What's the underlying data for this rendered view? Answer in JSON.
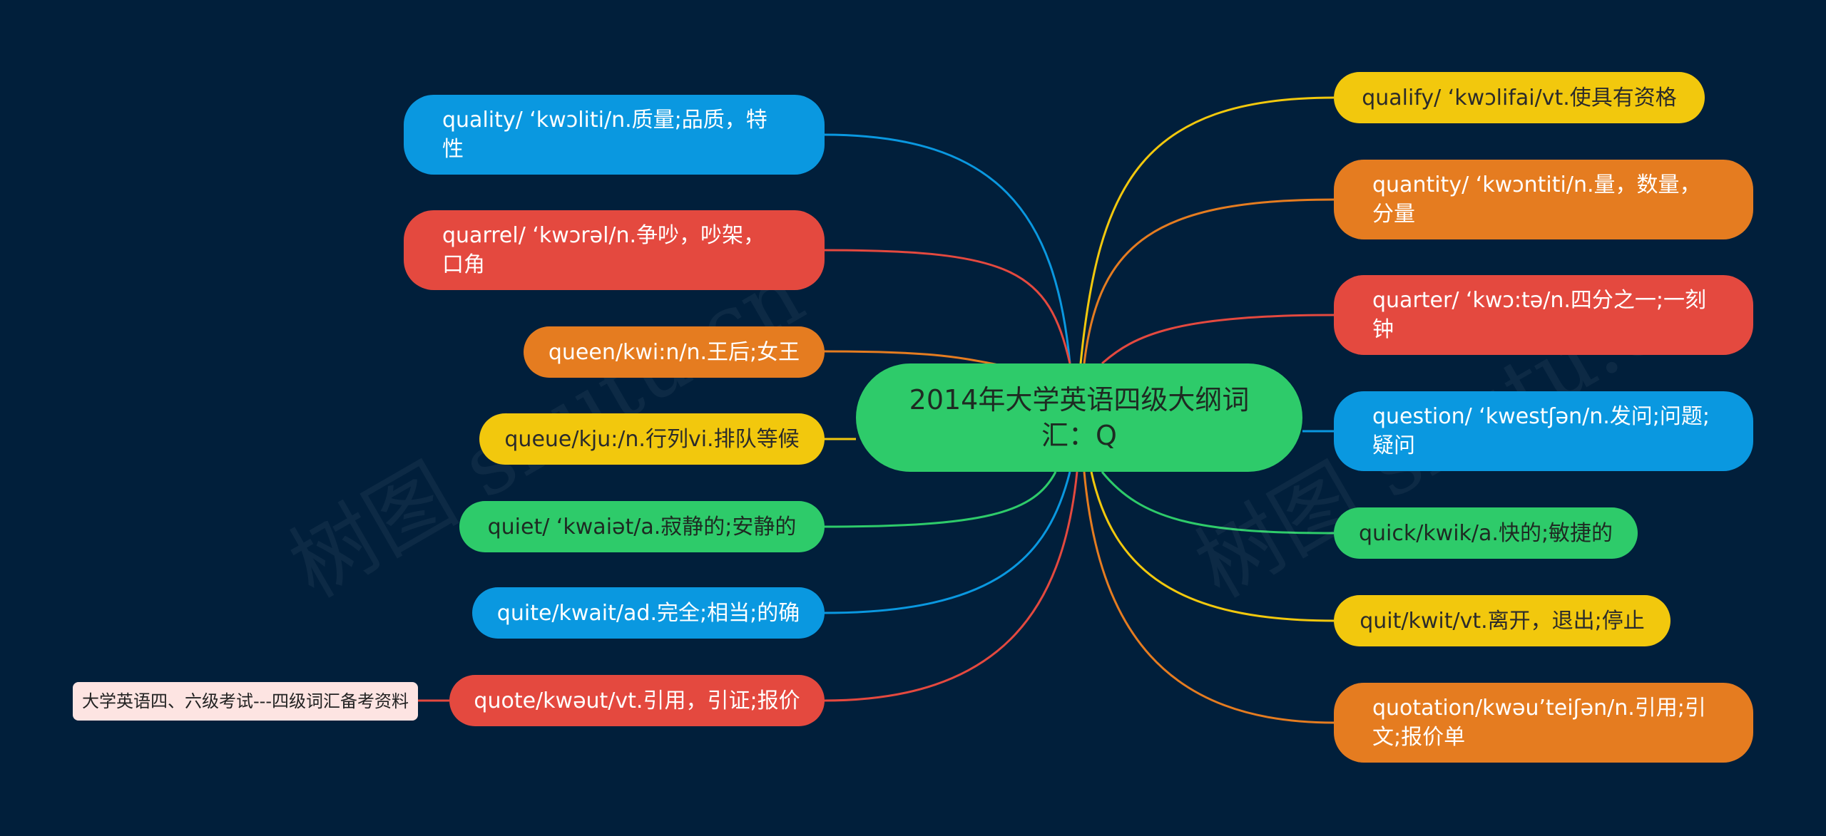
{
  "center": {
    "title": "2014年大学英语四级大纲词汇：Q"
  },
  "left_nodes": [
    {
      "text": "quality/ ʻkwɔliti/n.质量;品质，特性",
      "color": "#0a98e0"
    },
    {
      "text": "quarrel/ ʻkwɔrəl/n.争吵，吵架，口角",
      "color": "#e4493f"
    },
    {
      "text": "queen/kwi:n/n.王后;女王",
      "color": "#e57c20"
    },
    {
      "text": "queue/kju:/n.行列vi.排队等候",
      "color": "#f2c80d"
    },
    {
      "text": "quiet/ ʻkwaiət/a.寂静的;安静的",
      "color": "#2ecb6a"
    },
    {
      "text": "quite/kwait/ad.完全;相当;的确",
      "color": "#0a98e0"
    },
    {
      "text": "quote/kwəut/vt.引用，引证;报价",
      "color": "#e4493f"
    }
  ],
  "right_nodes": [
    {
      "text": "qualify/ ʻkwɔlifai/vt.使具有资格",
      "color": "#f2c80d"
    },
    {
      "text": "quantity/ ʻkwɔntiti/n.量，数量，分量",
      "color": "#e57c20"
    },
    {
      "text": "quarter/ ʻkwɔ:tə/n.四分之一;一刻钟",
      "color": "#e4493f"
    },
    {
      "text": "question/ ʻkwestʃən/n.发问;问题;疑问",
      "color": "#0a98e0"
    },
    {
      "text": "quick/kwik/a.快的;敏捷的",
      "color": "#2ecb6a"
    },
    {
      "text": "quit/kwit/vt.离开，退出;停止",
      "color": "#f2c80d"
    },
    {
      "text": "quotation/kwəuʼteiʃən/n.引用;引文;报价单",
      "color": "#e57c20"
    }
  ],
  "note": {
    "text": "大学英语四、六级考试---四级词汇备考资料"
  },
  "watermarks": [
    "树图 shutu.cn",
    "树图 shutu.cn"
  ]
}
